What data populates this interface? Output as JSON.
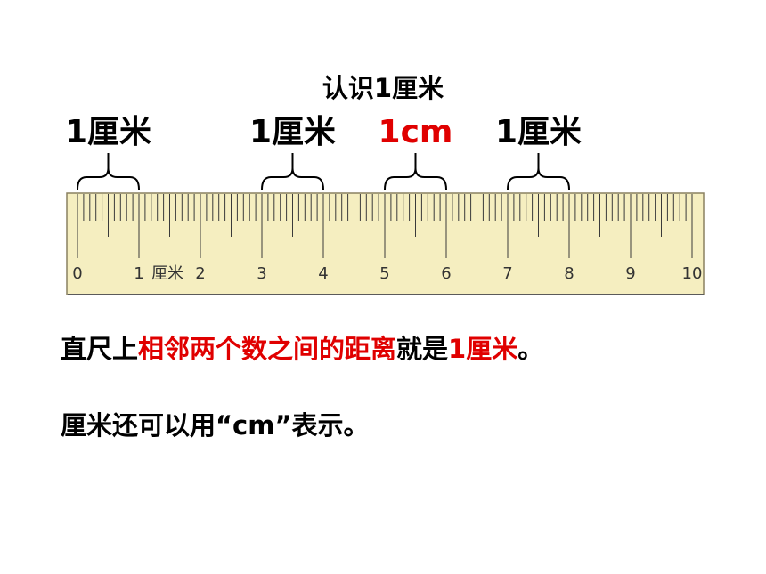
{
  "title": "认识1厘米",
  "labels": [
    {
      "text": "1厘米",
      "color": "#000000"
    },
    {
      "text": "1厘米",
      "color": "#000000"
    },
    {
      "text": "1cm",
      "color": "#e00000"
    },
    {
      "text": "1厘米",
      "color": "#000000"
    }
  ],
  "ruler": {
    "numbers": [
      "0",
      "1",
      "2",
      "3",
      "4",
      "5",
      "6",
      "7",
      "8",
      "9",
      "10"
    ],
    "unit_text": "厘米",
    "fill_color": "#f5eec0"
  },
  "sentence1": {
    "part1": "直尺上",
    "part2": "相邻两个数之间的距离",
    "part3": "就是",
    "part4": "1厘米",
    "part5": "。"
  },
  "sentence2": "厘米还可以用“cm”表示。",
  "accent_color": "#e00000"
}
